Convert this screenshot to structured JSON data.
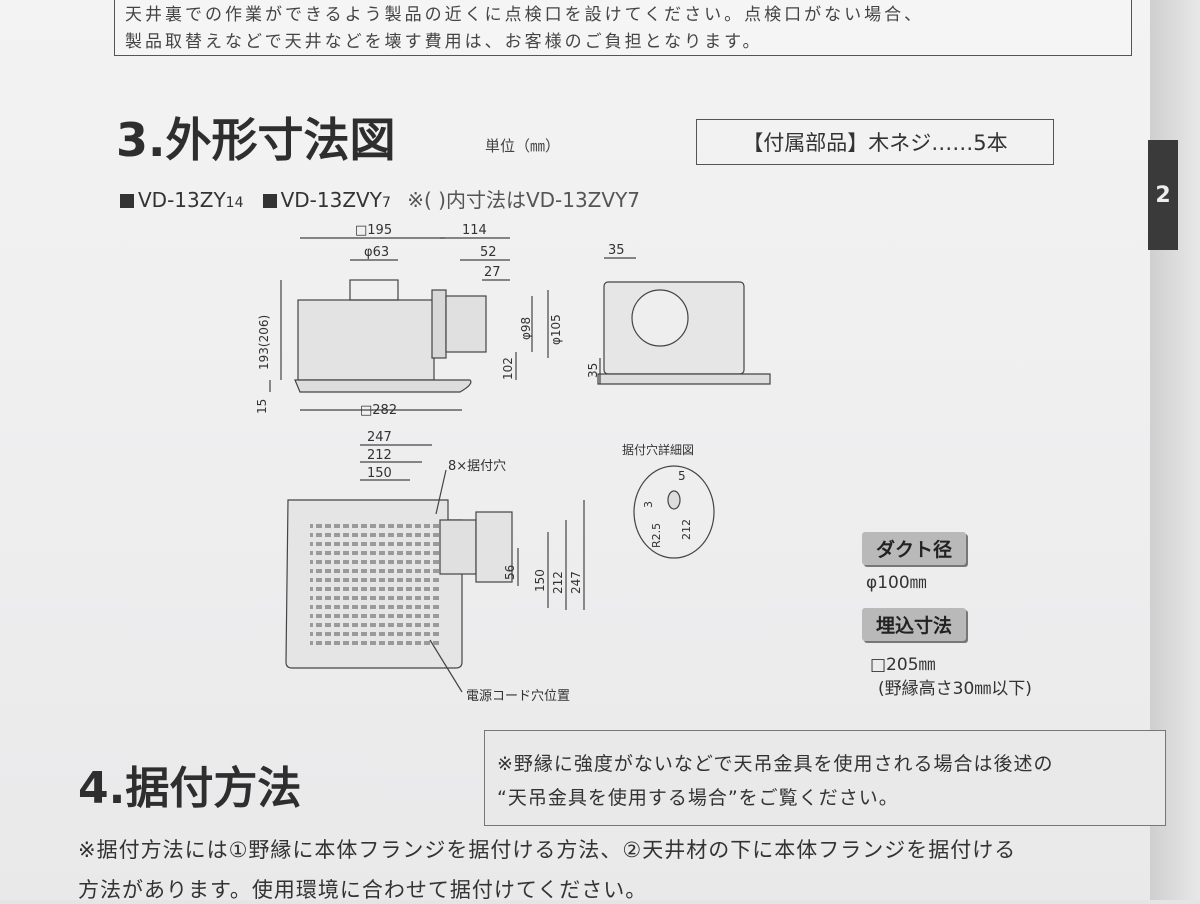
{
  "warning": {
    "lines": [
      "天井裏での作業ができるよう製品の近くに点検口を設けてください。点検口がない場合、",
      "製品取替えなどで天井などを壊す費用は、お客様のご負担となります。"
    ]
  },
  "section3": {
    "title": "3.外形寸法図",
    "unit": "単位（㎜）",
    "accessories": "【付属部品】木ネジ……5本",
    "models": {
      "model1": "VD-13ZY",
      "model1_sub": "14",
      "model2": "VD-13ZVY",
      "model2_sub": "7",
      "note": "※(  )内寸法はVD-13ZVY7"
    },
    "dims": {
      "d195": "□195",
      "d114": "114",
      "d63": "φ63",
      "d52": "52",
      "d27": "27",
      "d193": "193(206)",
      "d98": "φ98",
      "d105": "φ105",
      "d102": "102",
      "d15": "15",
      "d282": "□282",
      "s35a": "35",
      "s35b": "35",
      "b247": "247",
      "b212": "212",
      "b150": "150",
      "holes": "8×据付穴",
      "v56": "56",
      "v150": "150",
      "v212": "212",
      "v247": "247",
      "cord": "電源コード穴位置",
      "detail_title": "据付穴詳細図",
      "det5": "5",
      "det3": "3",
      "detR": "R2.5",
      "det212": "212"
    },
    "duct_label": "ダクト径",
    "duct_value": "φ100㎜",
    "embed_label": "埋込寸法",
    "embed_value": "□205㎜",
    "embed_note": "(野縁高さ30㎜以下)"
  },
  "section4": {
    "title": "4.据付方法",
    "note_lines": [
      "※野縁に強度がないなどで天吊金具を使用される場合は後述の",
      "“天吊金具を使用する場合”をご覧ください。"
    ],
    "body_lines": [
      "※据付方法には①野縁に本体フランジを据付ける方法、②天井材の下に本体フランジを据付ける",
      "方法があります。使用環境に合わせて据付けてください。"
    ]
  },
  "side_tab": "2"
}
